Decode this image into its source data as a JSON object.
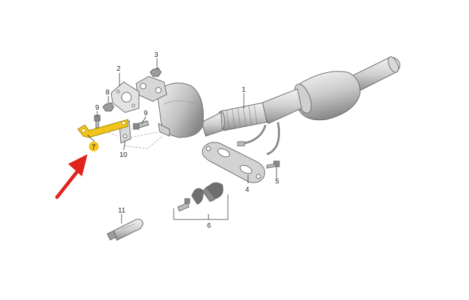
{
  "diagram": {
    "callouts": [
      {
        "id": "1",
        "label": "1"
      },
      {
        "id": "2",
        "label": "2"
      },
      {
        "id": "3",
        "label": "3"
      },
      {
        "id": "4",
        "label": "4"
      },
      {
        "id": "5",
        "label": "5"
      },
      {
        "id": "6",
        "label": "6"
      },
      {
        "id": "7",
        "label": "7"
      },
      {
        "id": "8",
        "label": "8"
      },
      {
        "id": "9a",
        "label": "9"
      },
      {
        "id": "9b",
        "label": "9"
      },
      {
        "id": "10",
        "label": "10"
      },
      {
        "id": "11",
        "label": "11"
      }
    ],
    "highlight": {
      "part": "7",
      "color": "#f2c21b"
    },
    "arrow": {
      "color": "#e0231c"
    },
    "colors": {
      "metal_light": "#eeeeee",
      "metal_mid": "#c6c6c6",
      "metal_dark": "#8e8e8e",
      "bracket": "#f0c419"
    }
  }
}
